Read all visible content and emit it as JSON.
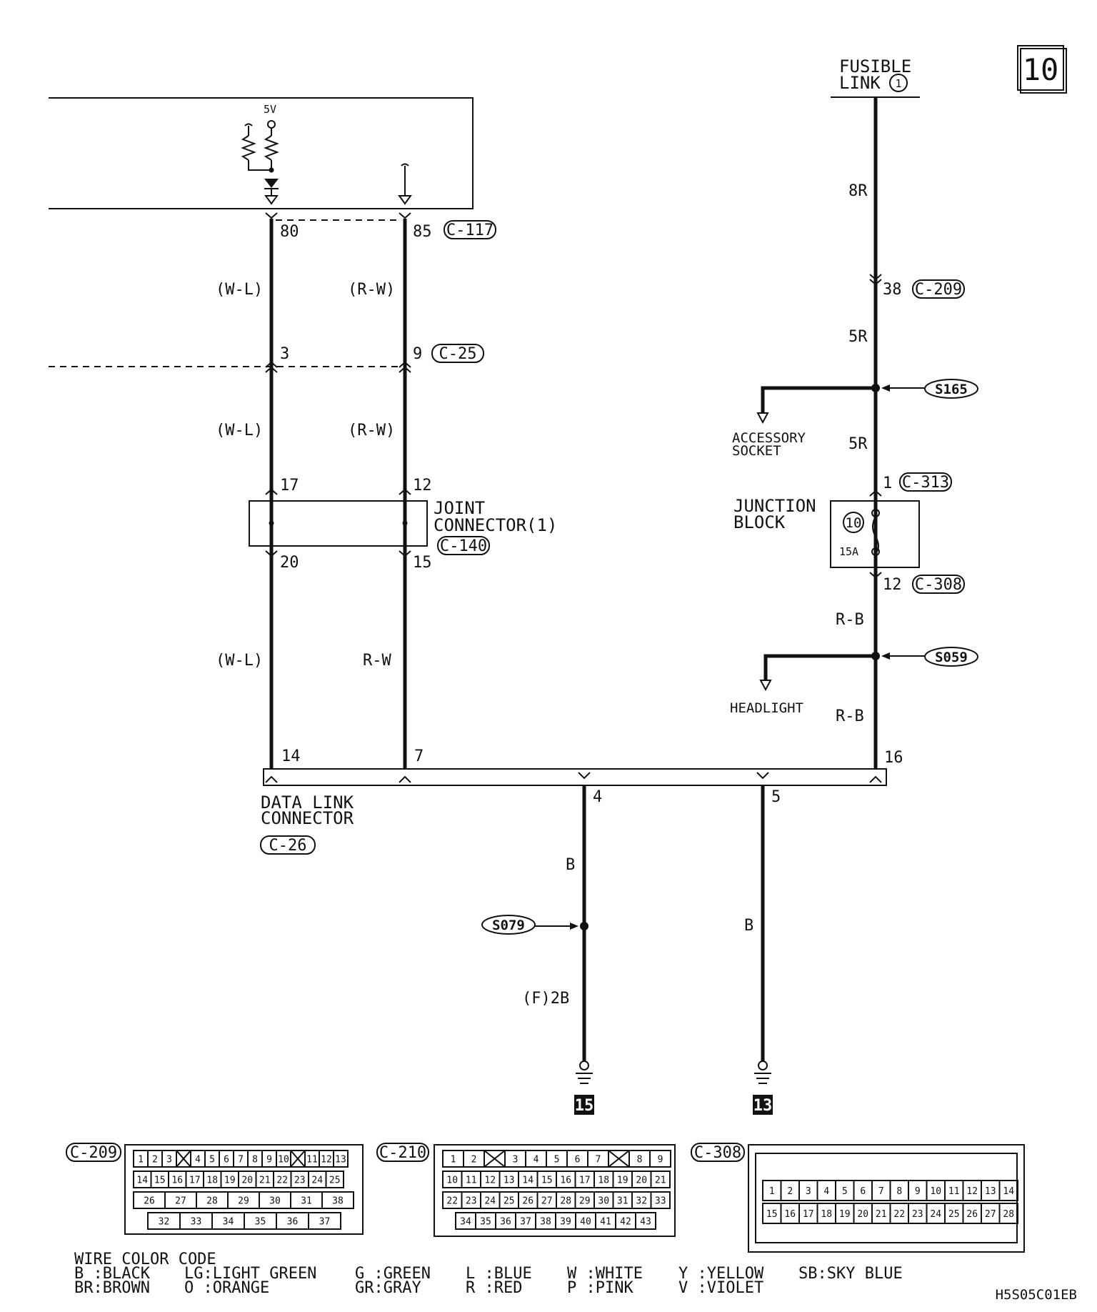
{
  "page_number": "10",
  "doc_code": "H5S05C01EB",
  "fusible_link": {
    "label_line1": "FUSIBLE",
    "label_line2": "LINK",
    "number": "1"
  },
  "ecu": {
    "voltage": "5V",
    "pin_a": "80",
    "pin_b": "85",
    "connector": "C-117"
  },
  "wire_labels": {
    "wl": "(W-L)",
    "rw_paren": "(R-W)",
    "rw_plain": "R-W",
    "r8": "8R",
    "r5": "5R",
    "rb": "R-B",
    "b": "B",
    "f2b": "(F)2B"
  },
  "c25": {
    "pin_a": "3",
    "pin_b": "9",
    "connector": "C-25"
  },
  "c209_pin": {
    "pin": "38",
    "connector": "C-209"
  },
  "splices": {
    "s165": "S165",
    "s059": "S059",
    "s079": "S079"
  },
  "accessory": {
    "line1": "ACCESSORY",
    "line2": "SOCKET"
  },
  "headlight": "HEADLIGHT",
  "joint_connector": {
    "line1": "JOINT",
    "line2": "CONNECTOR(1)",
    "connector": "C-140",
    "pin_top_a": "17",
    "pin_top_b": "12",
    "pin_bot_a": "20",
    "pin_bot_b": "15"
  },
  "junction_block": {
    "line1": "JUNCTION",
    "line2": "BLOCK",
    "fuse_number": "10",
    "fuse_rating": "15A",
    "pin_in": "1",
    "conn_in": "C-313",
    "pin_out": "12",
    "conn_out": "C-308"
  },
  "dlc": {
    "line1": "DATA LINK",
    "line2": "CONNECTOR",
    "connector": "C-26",
    "pins": {
      "p14": "14",
      "p7": "7",
      "p16": "16",
      "p4": "4",
      "p5": "5"
    }
  },
  "grounds": {
    "g15": "15",
    "g13": "13"
  },
  "connector_views": {
    "c209": {
      "label": "C-209",
      "row1": [
        "1",
        "2",
        "3",
        "",
        "4",
        "5",
        "6",
        "7",
        "8",
        "9",
        "10",
        "",
        "11",
        "12",
        "13"
      ],
      "row2": [
        "14",
        "15",
        "16",
        "17",
        "18",
        "19",
        "20",
        "21",
        "22",
        "23",
        "24",
        "25"
      ],
      "row3": [
        "26",
        "27",
        "28",
        "29",
        "30",
        "31",
        "38"
      ],
      "row4": [
        "32",
        "33",
        "34",
        "35",
        "36",
        "37"
      ]
    },
    "c210": {
      "label": "C-210",
      "row1": [
        "1",
        "2",
        "",
        "3",
        "4",
        "5",
        "6",
        "7",
        "",
        "8",
        "9"
      ],
      "row2": [
        "10",
        "11",
        "12",
        "13",
        "14",
        "15",
        "16",
        "17",
        "18",
        "19",
        "20",
        "21"
      ],
      "row3": [
        "22",
        "23",
        "24",
        "25",
        "26",
        "27",
        "28",
        "29",
        "30",
        "31",
        "32",
        "33"
      ],
      "row4": [
        "34",
        "35",
        "36",
        "37",
        "38",
        "39",
        "40",
        "41",
        "42",
        "43"
      ]
    },
    "c308": {
      "label": "C-308",
      "row1": [
        "1",
        "2",
        "3",
        "4",
        "5",
        "6",
        "7",
        "8",
        "9",
        "10",
        "11",
        "12",
        "13",
        "14"
      ],
      "row2": [
        "15",
        "16",
        "17",
        "18",
        "19",
        "20",
        "21",
        "22",
        "23",
        "24",
        "25",
        "26",
        "27",
        "28"
      ]
    }
  },
  "wire_color_code": {
    "title": "WIRE COLOR CODE",
    "row1": [
      "B :BLACK",
      "LG:LIGHT GREEN",
      "G :GREEN",
      "L :BLUE",
      "W :WHITE",
      "Y :YELLOW",
      "SB:SKY BLUE"
    ],
    "row2": [
      "BR:BROWN",
      "O :ORANGE",
      "GR:GRAY",
      "R :RED",
      "P :PINK",
      "V :VIOLET"
    ]
  }
}
